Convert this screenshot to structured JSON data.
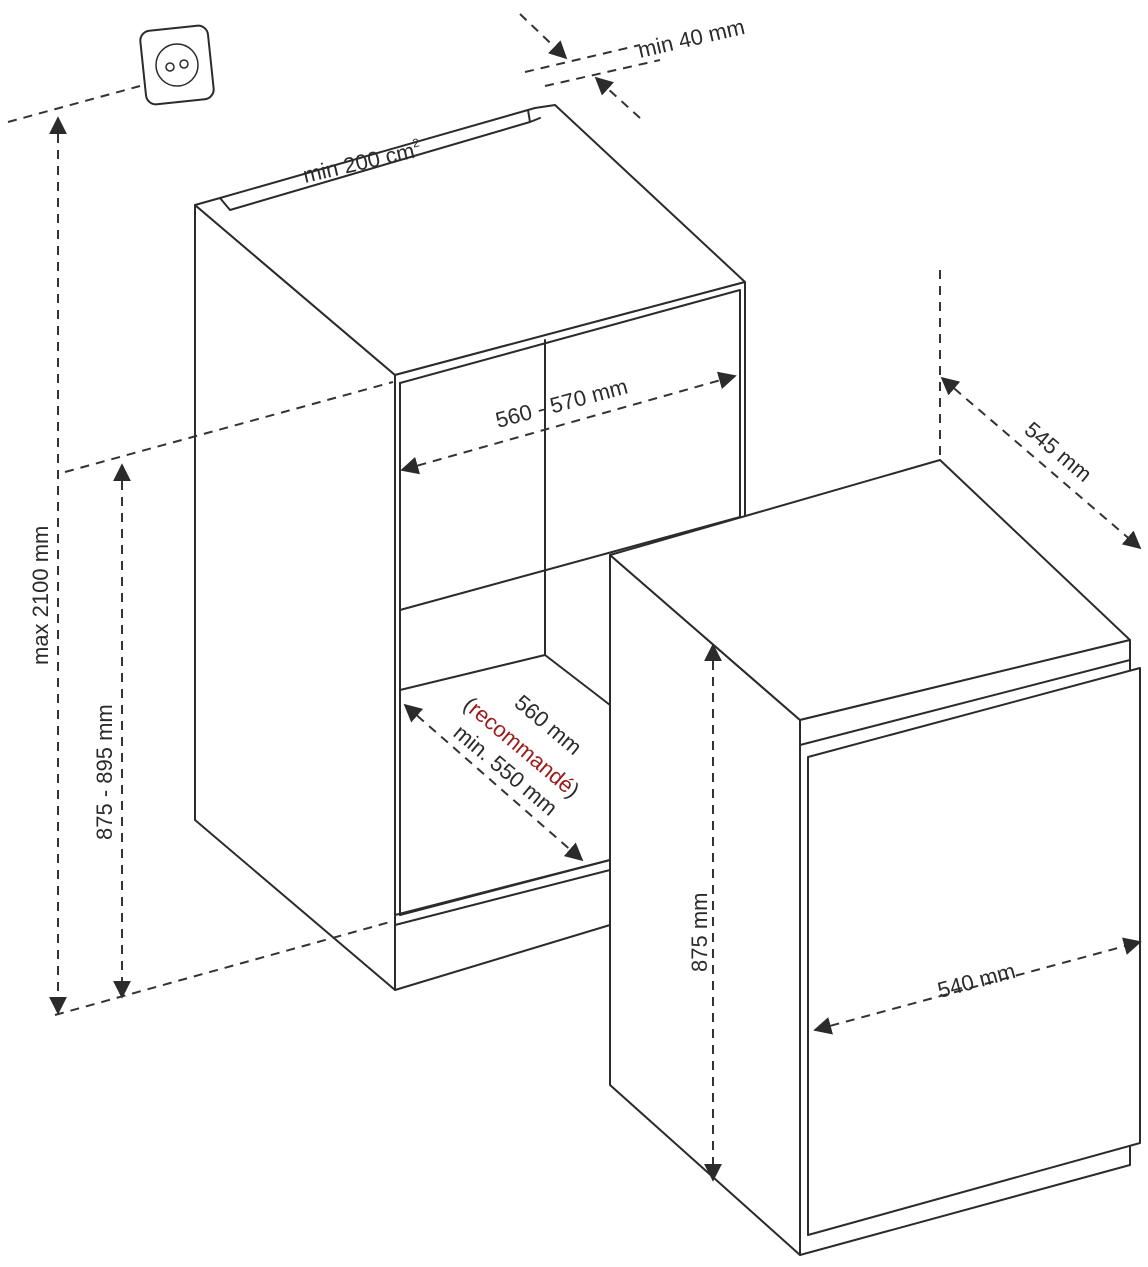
{
  "labels": {
    "min_40": "min 40 mm",
    "min_200": "min 200 cm",
    "min_200_sup": "2",
    "niche_width": "560 - 570 mm",
    "max_height": "max 2100 mm",
    "niche_height": "875 - 895 mm",
    "depth_560": "560 mm",
    "paren_open": "(",
    "recommande": "recommandé",
    "paren_close": ")",
    "depth_min": "min. 550 mm",
    "appliance_depth": "545 mm",
    "appliance_height": "875 mm",
    "appliance_width": "540 mm"
  },
  "colors": {
    "line": "#2b2b2b",
    "accent_red": "#9b1c1c"
  }
}
